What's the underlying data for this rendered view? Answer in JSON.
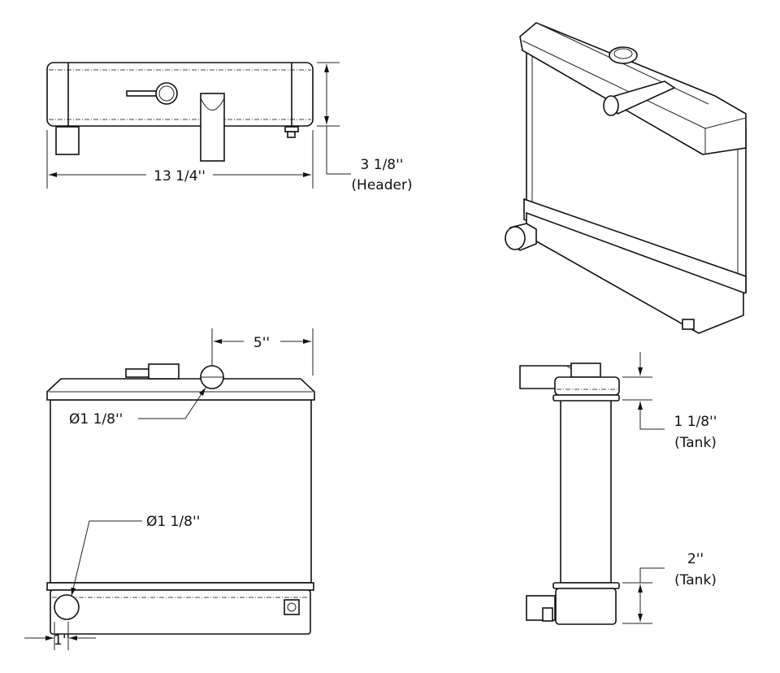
{
  "views": {
    "top": {
      "width_dim": "13 1/4''",
      "header_dim": "3 1/8''",
      "header_label": "(Header)"
    },
    "isometric": {},
    "front": {
      "offset_dim": "5''",
      "upper_pipe_dim": "Ø1 1/8''",
      "lower_pipe_dim": "Ø1 1/8''",
      "pipe_offset_dim": "1''"
    },
    "side": {
      "top_tank_dim": "1 1/8''",
      "top_tank_label": "(Tank)",
      "bottom_tank_dim": "2''",
      "bottom_tank_label": "(Tank)"
    }
  }
}
